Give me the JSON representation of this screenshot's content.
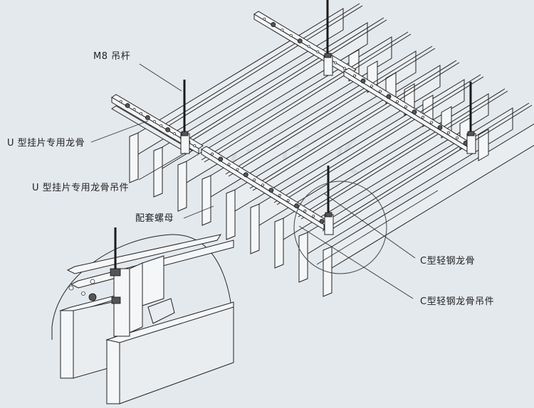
{
  "diagram": {
    "type": "isometric ceiling suspension assembly",
    "colors": {
      "background": "#e4e9ee",
      "line": "#222222",
      "rod": "#1a1a1a"
    },
    "labels": {
      "hanger_rod": "M8 吊杆",
      "u_keel": "U 型挂片专用龙骨",
      "u_keel_hanger": "U 型挂片专用龙骨吊件",
      "nut": "配套螺母",
      "c_keel": "C型轻钢龙骨",
      "c_keel_hanger": "C型轻钢龙骨吊件"
    },
    "components": [
      {
        "id": "hanger-rod",
        "label_key": "hanger_rod"
      },
      {
        "id": "u-keel",
        "label_key": "u_keel"
      },
      {
        "id": "u-keel-hanger",
        "label_key": "u_keel_hanger"
      },
      {
        "id": "nut",
        "label_key": "nut"
      },
      {
        "id": "c-keel",
        "label_key": "c_keel"
      },
      {
        "id": "c-keel-hanger",
        "label_key": "c_keel_hanger"
      }
    ],
    "detail_view": "enlarged detail of hanger joint (lower-left inset)"
  }
}
